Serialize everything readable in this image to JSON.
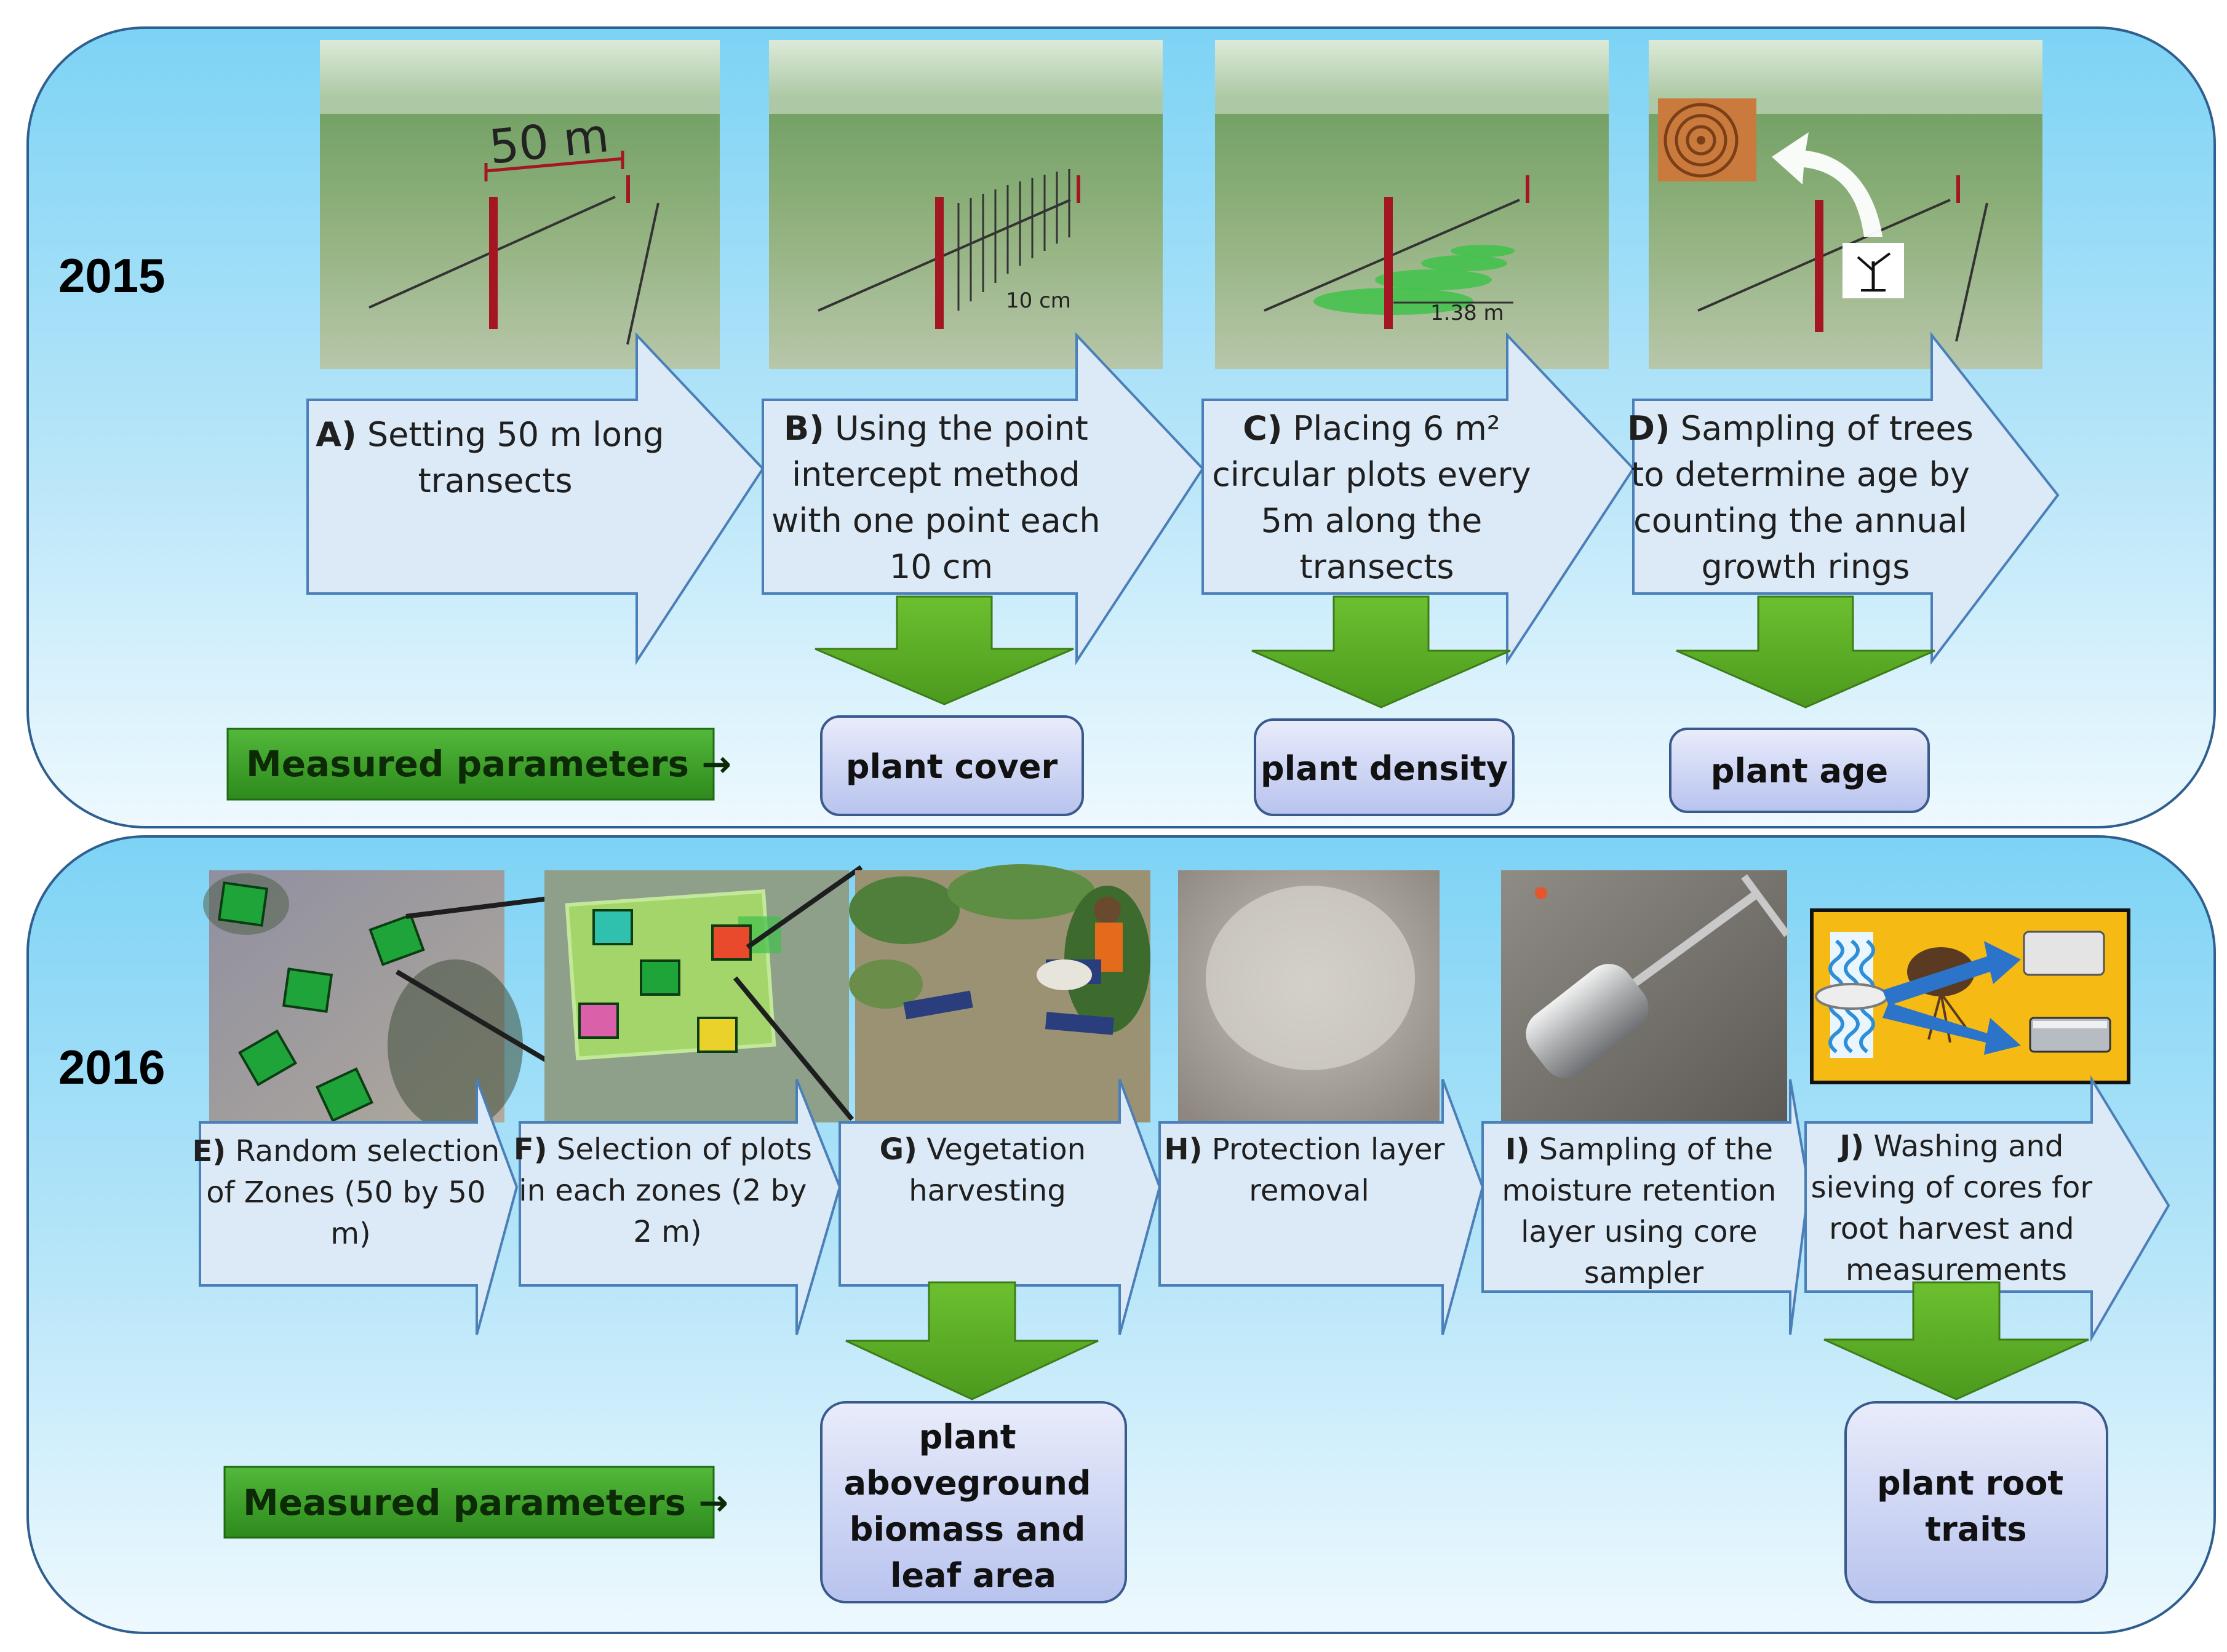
{
  "rows": [
    {
      "year": "2015",
      "measured_label": "Measured parameters →",
      "steps": [
        {
          "letter": "A)",
          "lines": [
            "Setting 50 m long",
            "transects"
          ],
          "photo_label": "50 m"
        },
        {
          "letter": "B)",
          "lines": [
            "Using the point",
            "intercept method",
            "with one point each",
            "10 cm"
          ],
          "photo_label": "10 cm"
        },
        {
          "letter": "C)",
          "lines": [
            "Placing 6 m²",
            "circular plots every",
            "5m along the",
            "transects"
          ],
          "photo_label": "1.38 m"
        },
        {
          "letter": "D)",
          "lines": [
            "Sampling of trees",
            "to determine age by",
            "counting the annual",
            "growth rings"
          ],
          "photo_label": ""
        }
      ],
      "params": [
        {
          "lines": [
            "plant cover"
          ]
        },
        {
          "lines": [
            "plant density"
          ]
        },
        {
          "lines": [
            "plant age"
          ]
        }
      ]
    },
    {
      "year": "2016",
      "measured_label": "Measured parameters →",
      "steps": [
        {
          "letter": "E)",
          "lines": [
            "Random selection",
            "of Zones (50 by 50",
            "m)"
          ]
        },
        {
          "letter": "F)",
          "lines": [
            "Selection of plots",
            "in each zones (2 by",
            "2 m)"
          ]
        },
        {
          "letter": "G)",
          "lines": [
            "Vegetation",
            "harvesting"
          ]
        },
        {
          "letter": "H)",
          "lines": [
            "Protection layer",
            "removal"
          ]
        },
        {
          "letter": "I)",
          "lines": [
            "Sampling of the",
            "moisture retention",
            "layer using core",
            "sampler"
          ]
        },
        {
          "letter": "J)",
          "lines": [
            "Washing and",
            "sieving of cores for",
            "root harvest and",
            "measurements"
          ]
        }
      ],
      "params": [
        {
          "lines": [
            "plant",
            "aboveground",
            "biomass and",
            "leaf area"
          ]
        },
        {
          "lines": [
            "plant root",
            "traits"
          ]
        }
      ]
    }
  ],
  "colors": {
    "panel_top": "#8fd8f7",
    "panel_bottom": "#e6f6fd",
    "arrow_fill": "#dceaf7",
    "arrow_stroke": "#4a7fb8",
    "green_arrow": "#5fae2a",
    "param_box": "#cfd6f3",
    "measured_box": "#3d9a2a"
  }
}
